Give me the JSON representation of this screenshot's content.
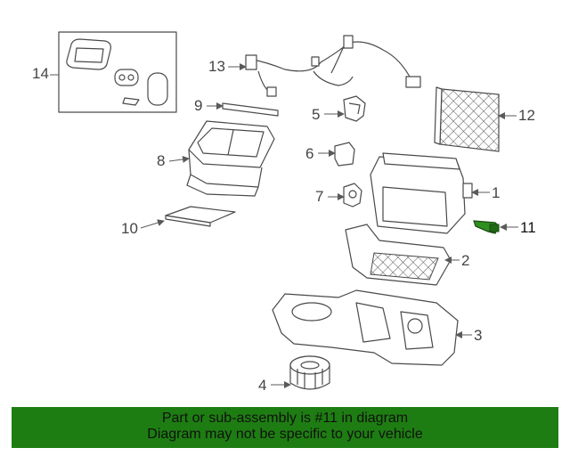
{
  "diagram": {
    "highlighted_part": "11",
    "callouts": [
      "1",
      "2",
      "3",
      "4",
      "5",
      "6",
      "7",
      "8",
      "9",
      "10",
      "11",
      "12",
      "13",
      "14"
    ]
  },
  "banner": {
    "line1": "Part or sub-assembly is #11 in diagram",
    "line2": "Diagram may not be specific to your vehicle",
    "background_color": "#1e7d12"
  }
}
